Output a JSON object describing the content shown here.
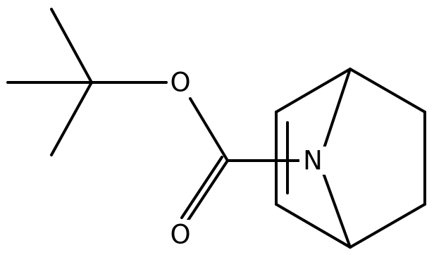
{
  "atoms": {
    "ether_oxygen": "O",
    "carbonyl_oxygen": "O",
    "nitrogen": "N"
  },
  "colors": {
    "bond": "#000000",
    "background": "#ffffff"
  }
}
